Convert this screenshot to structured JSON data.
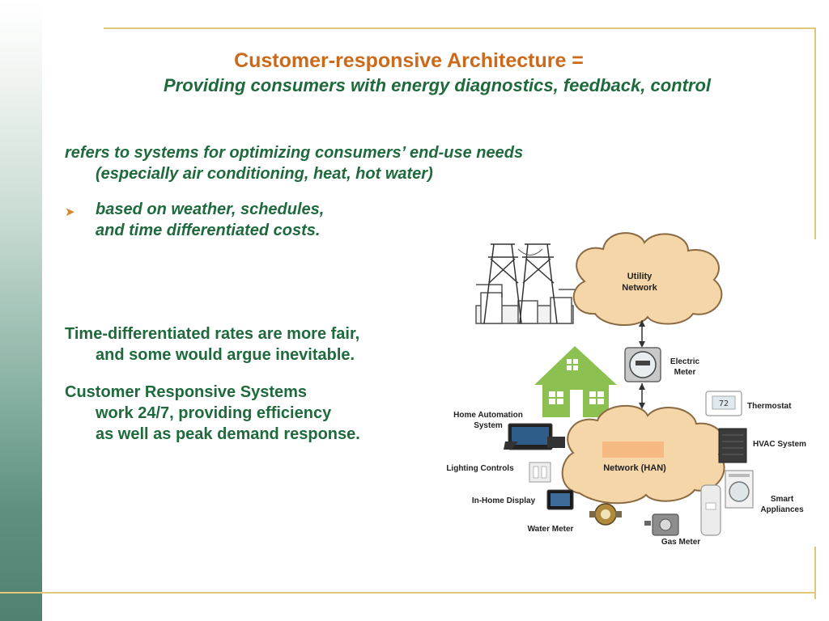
{
  "slide": {
    "title": "Customer-responsive Architecture =",
    "subtitle": "Providing consumers with energy diagnostics, feedback, control",
    "intro_line1": "refers to systems for optimizing consumers’ end-use needs",
    "intro_line2": "(especially air conditioning, heat, hot water)",
    "bullet_line1": "based on weather, schedules,",
    "bullet_line2": "and time differentiated costs.",
    "para1_line1": "Time-differentiated rates are more fair,",
    "para1_line2": "and some would argue inevitable.",
    "para2_line1": "Customer Responsive Systems",
    "para2_line2": "work 24/7, providing efficiency",
    "para2_line3": "as well as peak demand response."
  },
  "diagram": {
    "utility_network_line1": "Utility",
    "utility_network_line2": "Network",
    "electric_meter_line1": "Electric",
    "electric_meter_line2": "Meter",
    "han_line2": "Network (HAN)",
    "thermostat": "Thermostat",
    "hvac_system": "HVAC System",
    "smart_appliances_line1": "Smart",
    "smart_appliances_line2": "Appliances",
    "home_automation_line1": "Home Automation",
    "home_automation_line2": "System",
    "lighting_controls": "Lighting Controls",
    "in_home_display": "In-Home Display",
    "water_meter": "Water Meter",
    "gas_meter": "Gas Meter",
    "thermostat_readout": "72"
  },
  "colors": {
    "title": "#cc6a1c",
    "body_text": "#1e6a3c",
    "bullet": "#d8842a",
    "rule": "#e3c778",
    "cloud_fill": "#f5d6a8",
    "cloud_stroke": "#8a6a42",
    "house": "#8cc152",
    "highlight": "#f6b981"
  }
}
